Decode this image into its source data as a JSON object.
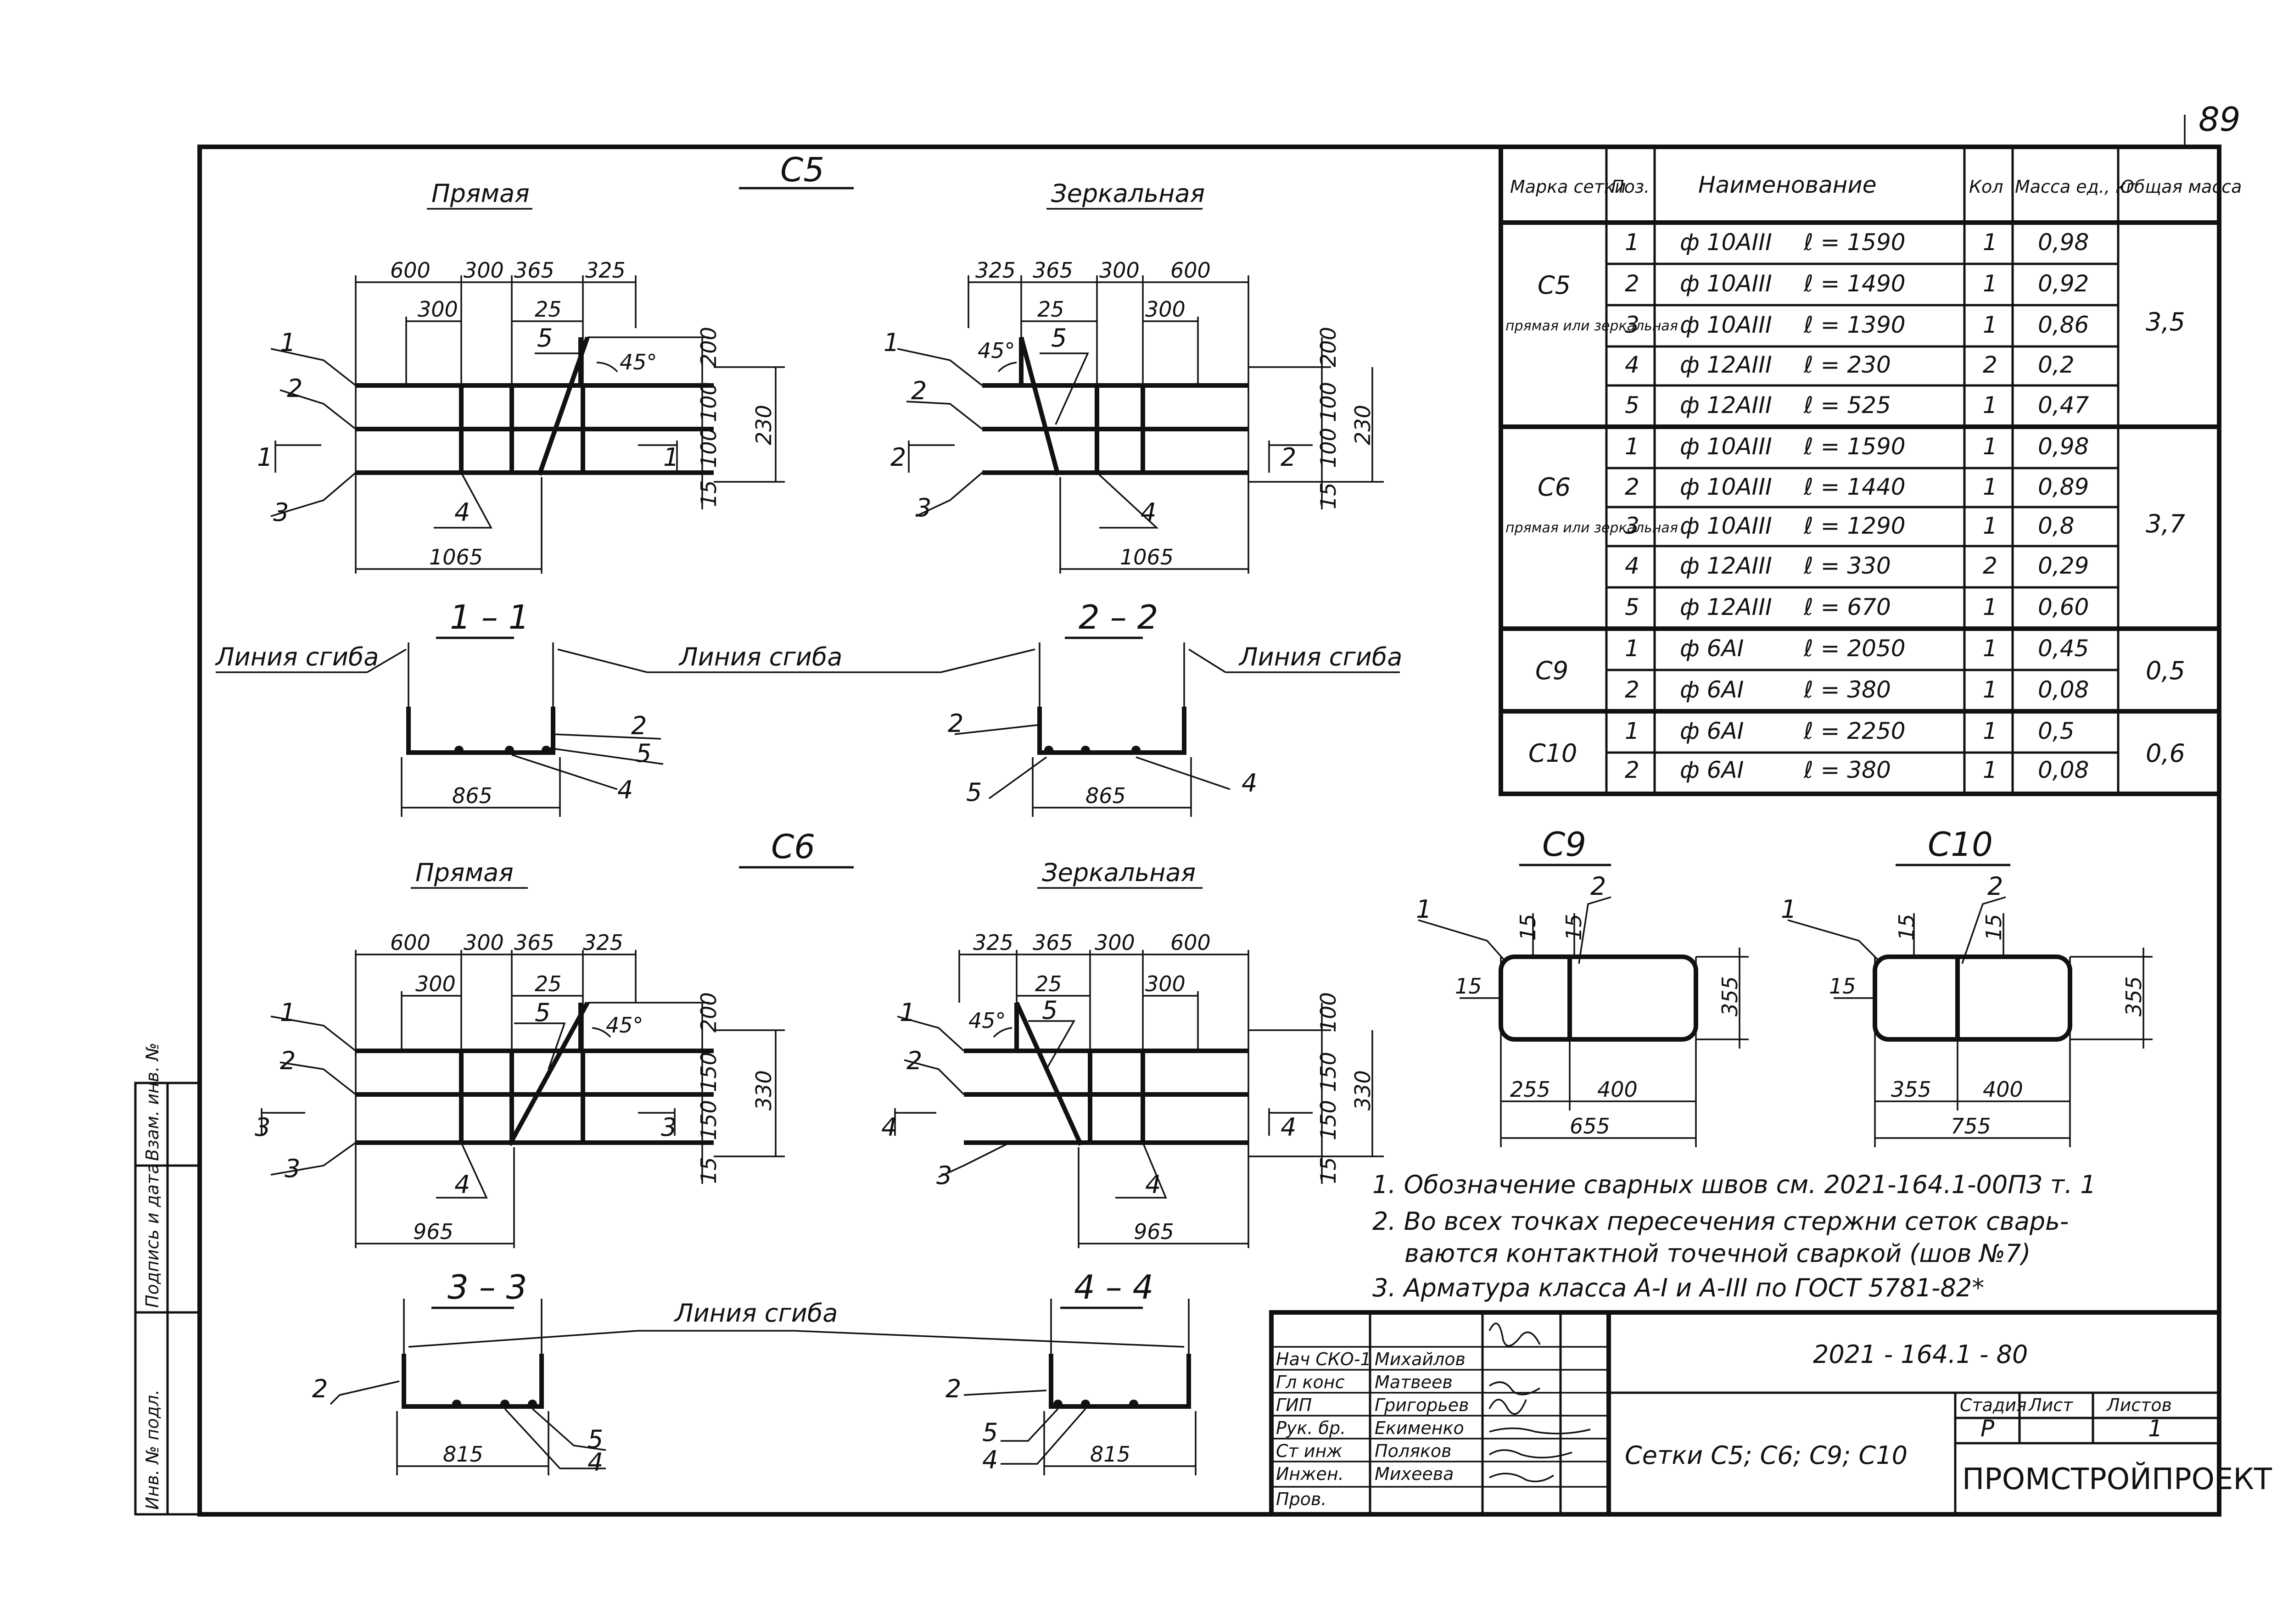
{
  "page_number": "89",
  "section_c5": "С5",
  "section_c6": "С6",
  "section_c9": "С9",
  "section_c10": "С10",
  "straight": "Прямая",
  "mirror": "Зеркальная",
  "bend_line": "Линия сгиба",
  "section_1": "1 – 1",
  "section_2": "2 – 2",
  "section_3": "3 – 3",
  "section_4": "4 – 4",
  "table": {
    "headers": [
      "Марка сетки",
      "Поз.",
      "Наименование",
      "Кол",
      "Масса ед., кг",
      "Общая масса"
    ],
    "groups": [
      {
        "mark": "С5",
        "note": "прямая или зеркальная",
        "total": "3,5",
        "rows": [
          {
            "pos": "1",
            "name": "ф 10АIII",
            "len": "ℓ = 1590",
            "qty": "1",
            "mass": "0,98"
          },
          {
            "pos": "2",
            "name": "ф 10АIII",
            "len": "ℓ = 1490",
            "qty": "1",
            "mass": "0,92"
          },
          {
            "pos": "3",
            "name": "ф 10АIII",
            "len": "ℓ = 1390",
            "qty": "1",
            "mass": "0,86"
          },
          {
            "pos": "4",
            "name": "ф 12АIII",
            "len": "ℓ = 230",
            "qty": "2",
            "mass": "0,2"
          },
          {
            "pos": "5",
            "name": "ф 12АIII",
            "len": "ℓ = 525",
            "qty": "1",
            "mass": "0,47"
          }
        ]
      },
      {
        "mark": "С6",
        "note": "прямая или зеркальная",
        "total": "3,7",
        "rows": [
          {
            "pos": "1",
            "name": "ф 10АIII",
            "len": "ℓ = 1590",
            "qty": "1",
            "mass": "0,98"
          },
          {
            "pos": "2",
            "name": "ф 10АIII",
            "len": "ℓ = 1440",
            "qty": "1",
            "mass": "0,89"
          },
          {
            "pos": "3",
            "name": "ф 10АIII",
            "len": "ℓ = 1290",
            "qty": "1",
            "mass": "0,8"
          },
          {
            "pos": "4",
            "name": "ф 12АIII",
            "len": "ℓ = 330",
            "qty": "2",
            "mass": "0,29"
          },
          {
            "pos": "5",
            "name": "ф 12АIII",
            "len": "ℓ = 670",
            "qty": "1",
            "mass": "0,60"
          }
        ]
      },
      {
        "mark": "С9",
        "note": "",
        "total": "0,5",
        "rows": [
          {
            "pos": "1",
            "name": "ф 6АI",
            "len": "ℓ = 2050",
            "qty": "1",
            "mass": "0,45"
          },
          {
            "pos": "2",
            "name": "ф 6АI",
            "len": "ℓ = 380",
            "qty": "1",
            "mass": "0,08"
          }
        ]
      },
      {
        "mark": "С10",
        "note": "",
        "total": "0,6",
        "rows": [
          {
            "pos": "1",
            "name": "ф 6АI",
            "len": "ℓ = 2250",
            "qty": "1",
            "mass": "0,5"
          },
          {
            "pos": "2",
            "name": "ф 6АI",
            "len": "ℓ = 380",
            "qty": "1",
            "mass": "0,08"
          }
        ]
      }
    ]
  },
  "notes": [
    "1. Обозначение сварных швов см. 2021-164.1-00ПЗ т. 1",
    "2. Во всех точках пересечения стержни сеток сварь-",
    "ваются контактной точечной сваркой (шов №7)",
    "3. Арматура класса А-I и А-III по ГОСТ 5781-82*"
  ],
  "title_block": {
    "roles": [
      "Нач СКО-1",
      "Гл конс",
      "ГИП",
      "Рук. бр.",
      "Ст инж",
      "Инжен.",
      "Пров."
    ],
    "names": [
      "Михайлов",
      "Матвеев",
      "Григорьев",
      "Екименко",
      "Поляков",
      "Михеева",
      ""
    ],
    "doc_code": "2021 - 164.1 - 80",
    "title": "Сетки С5; С6; С9; С10",
    "stage_label": "Стадия",
    "sheet_label": "Лист",
    "sheets_label": "Листов",
    "stage": "Р",
    "sheets": "1",
    "org": "ПРОМСТРОЙПРОЕКТ"
  },
  "side_stamp": [
    "Инв. № подл.",
    "Подпись и дата",
    "Взам. инв. №"
  ],
  "dims": {
    "d600": "600",
    "d300": "300",
    "d365": "365",
    "d325": "325",
    "d25": "25",
    "d200": "200",
    "d100": "100",
    "d230": "230",
    "d15": "15",
    "d150": "150",
    "d330": "330",
    "d1065": "1065",
    "d965": "965",
    "d865": "865",
    "d815": "815",
    "d355": "355",
    "d255": "255",
    "d400": "400",
    "d655": "655",
    "d755": "755",
    "deg45": "45°"
  },
  "positions": {
    "p1": "1",
    "p2": "2",
    "p3": "3",
    "p4": "4",
    "p5": "5"
  },
  "cuts": {
    "c1": "1",
    "c2": "2",
    "c3": "3",
    "c4": "4"
  }
}
